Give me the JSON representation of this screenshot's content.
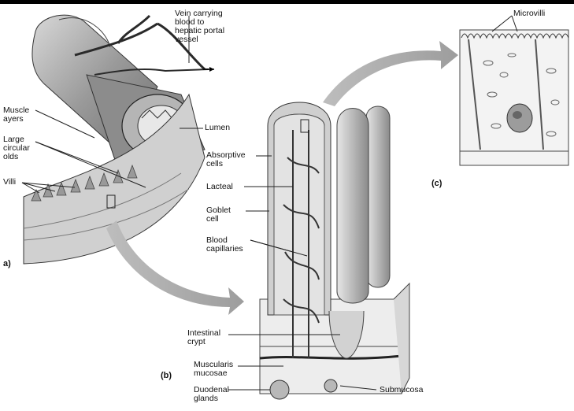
{
  "panel_a": {
    "panel_label": "a)",
    "labels": {
      "vein": "Vein carrying\nblood to\nhepatic portal\nvessel",
      "muscle": "Muscle\nayers",
      "folds": "Large\ncircular\nolds",
      "villi": "Villi",
      "lumen": "Lumen"
    }
  },
  "panel_b": {
    "panel_label": "(b)",
    "labels": {
      "absorptive": "Absorptive\ncells",
      "lacteal": "Lacteal",
      "goblet": "Goblet\ncell",
      "capillaries": "Blood\ncapillaries",
      "crypt": "Intestinal\ncrypt",
      "muscularis": "Muscularis\nmucosae",
      "duodenal": "Duodenal\nglands",
      "submucosa": "Submucosa"
    }
  },
  "panel_c": {
    "panel_label": "(c)",
    "labels": {
      "microvilli": "Microvilli"
    }
  }
}
